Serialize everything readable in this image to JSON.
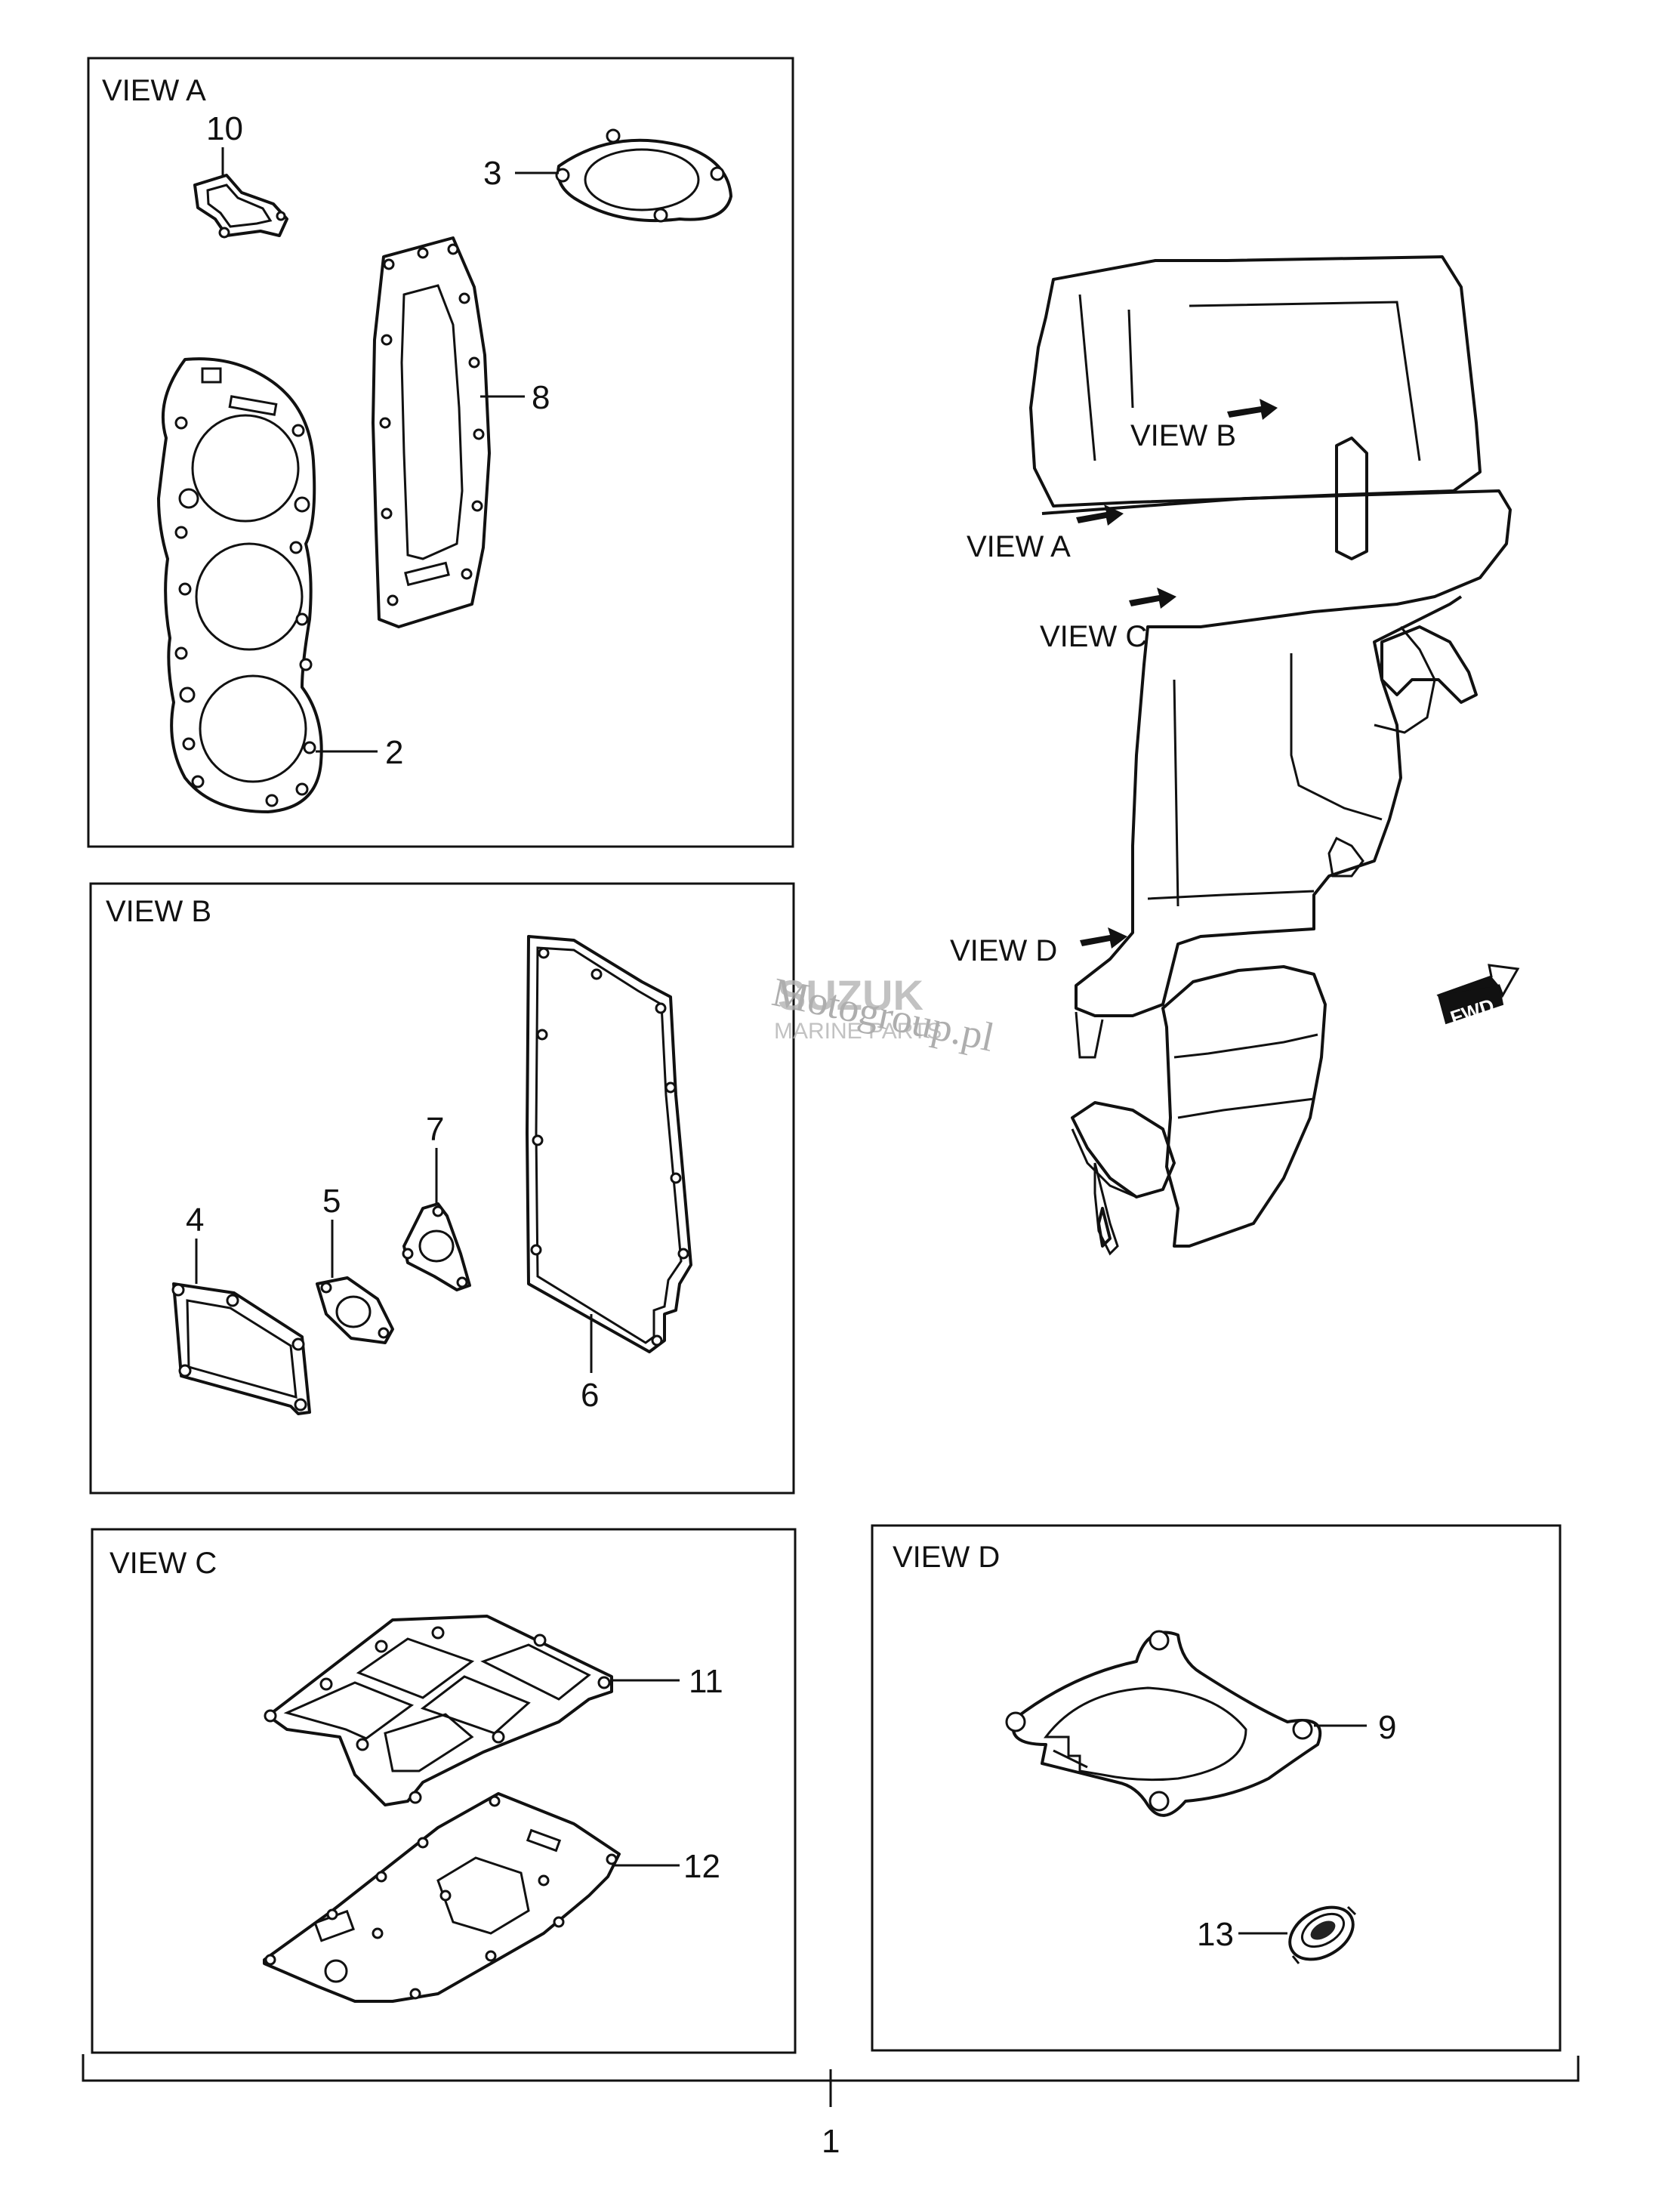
{
  "views": {
    "a": {
      "title": "VIEW A"
    },
    "b": {
      "title": "VIEW B"
    },
    "c": {
      "title": "VIEW C"
    },
    "d": {
      "title": "VIEW D"
    }
  },
  "callouts": {
    "p1": "1",
    "p2": "2",
    "p3": "3",
    "p4": "4",
    "p5": "5",
    "p6": "6",
    "p7": "7",
    "p8": "8",
    "p9": "9",
    "p10": "10",
    "p11": "11",
    "p12": "12",
    "p13": "13"
  },
  "motor_arrows": {
    "a": "VIEW A",
    "b": "VIEW B",
    "c": "VIEW C",
    "d": "VIEW D"
  },
  "fwd_badge": "FWD",
  "watermark": {
    "brand": "SUZUK",
    "sub": "MARINE PARTS",
    "site": "Motogroup.pl"
  }
}
